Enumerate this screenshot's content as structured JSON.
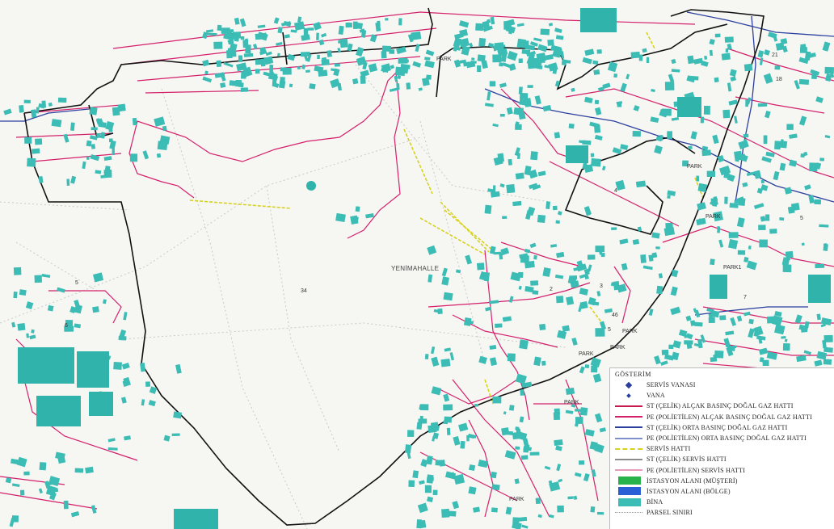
{
  "map": {
    "area_label": "YENİMAHALLE",
    "parcel_number": "34",
    "other_parcel_numbers": [
      "5",
      "46",
      "5",
      "5",
      "2",
      "3",
      "4",
      "21",
      "18",
      "6",
      "7"
    ],
    "park_labels": [
      "PARK",
      "PARK",
      "PARK",
      "PARK",
      "PARK",
      "PARK",
      "PARK",
      "PARK",
      "PARK1"
    ],
    "colors": {
      "background": "#f6f6f3",
      "building": "#3bbcb4",
      "pe_low_pressure": "#d4206b",
      "st_low_pressure": "#c8194f",
      "st_medium_pressure": "#2b3f9e",
      "pe_medium_pressure": "#7f8fc9",
      "service_line": "#d6d21e",
      "steel_service": "#8c8c8c",
      "pe_service": "#e59ab8",
      "station_customer": "#27b34a",
      "station_regional": "#2a5fd6",
      "boundary": "#111111"
    }
  },
  "legend": {
    "title": "GÖSTERİM",
    "items": [
      {
        "label": "SERVİS VANASI",
        "symbol": "diamond",
        "color": "#2b3f9e"
      },
      {
        "label": "VANA",
        "symbol": "small-diamond",
        "color": "#2b3f9e"
      },
      {
        "label": "ST (ÇELİK) ALÇAK BASINÇ DOĞAL GAZ HATTI",
        "symbol": "line",
        "color": "#c8194f"
      },
      {
        "label": "PE (POLİETİLEN) ALÇAK BASINÇ DOĞAL GAZ HATTI",
        "symbol": "line",
        "color": "#d4206b"
      },
      {
        "label": "ST (ÇELİK) ORTA BASINÇ DOĞAL GAZ HATTI",
        "symbol": "line",
        "color": "#2b3f9e"
      },
      {
        "label": "PE (POLİETİLEN) ORTA BASINÇ DOĞAL GAZ HATTI",
        "symbol": "line",
        "color": "#7f8fc9"
      },
      {
        "label": "SERVİS HATTI",
        "symbol": "dashed",
        "color": "#d6d21e"
      },
      {
        "label": "ST (ÇELİK) SERVİS HATTI",
        "symbol": "line",
        "color": "#8c8c8c"
      },
      {
        "label": "PE (POLİETİLEN) SERVİS HATTI",
        "symbol": "line",
        "color": "#e59ab8"
      },
      {
        "label": "İSTASYON ALANI (MÜŞTERİ)",
        "symbol": "box",
        "color": "#27b34a"
      },
      {
        "label": "İSTASYON ALANI (BÖLGE)",
        "symbol": "box",
        "color": "#2a5fd6"
      },
      {
        "label": "BİNA",
        "symbol": "box",
        "color": "#3bbcb4"
      },
      {
        "label": "PARSEL SINIRI",
        "symbol": "dotted",
        "color": "#999999"
      }
    ]
  }
}
